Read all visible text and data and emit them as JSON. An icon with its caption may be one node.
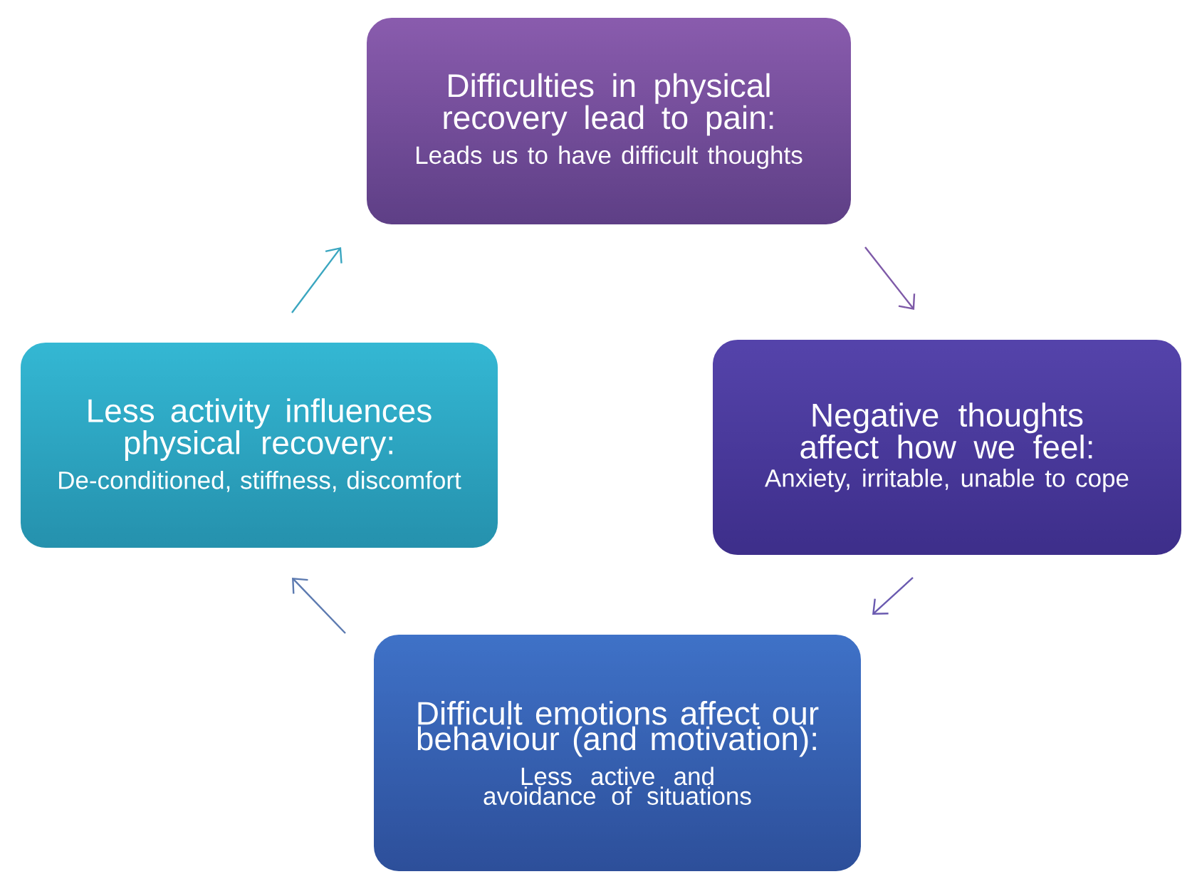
{
  "diagram": {
    "nodes": [
      {
        "text": [
          "Difficulties in physical recovery lead to pain:",
          "Leads us to have difficult thoughts"
        ]
      },
      {
        "text": [
          "Negative thoughts affect how we feel:",
          "Anxiety, irritable, unable to cope"
        ]
      },
      {
        "text": [
          "Difficult emotions affect our behaviour (and motivation):",
          "Less active and avoidance of situations"
        ]
      },
      {
        "text": [
          "Less activity influences physical recovery:",
          "De-conditioned, stiffness, discomfort"
        ]
      }
    ],
    "edges": [
      {
        "from": 0,
        "to": 1,
        "arrow": "to",
        "color": "#7e5aa8"
      },
      {
        "from": 1,
        "to": 2,
        "arrow": "to",
        "color": "#6a5ab0"
      },
      {
        "from": 2,
        "to": 3,
        "arrow": "to",
        "color": "#5c7ab0"
      },
      {
        "from": 3,
        "to": 0,
        "arrow": "to",
        "color": "#3aa6c0"
      }
    ]
  }
}
